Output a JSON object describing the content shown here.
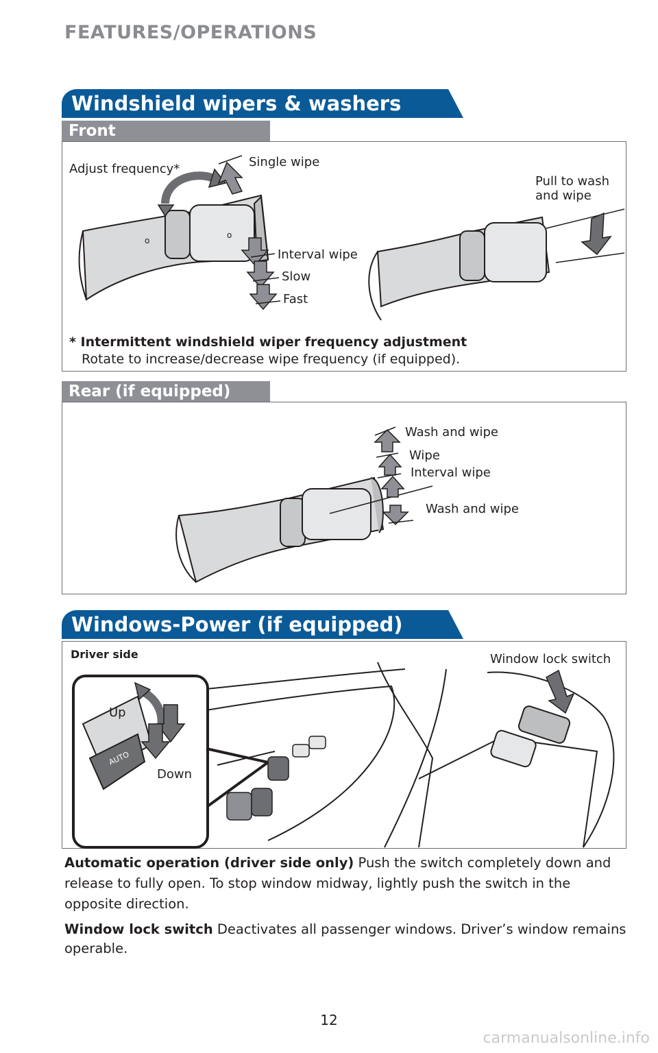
{
  "header": {
    "section": "FEATURES/OPERATIONS"
  },
  "wipers": {
    "title": "Windshield wipers & washers",
    "front": {
      "label": "Front",
      "callouts": {
        "adjust_frequency": "Adjust frequency*",
        "single_wipe": "Single wipe",
        "pull_to_wash_line1": "Pull to wash",
        "pull_to_wash_line2": "and wipe",
        "interval_wipe": "Interval wipe",
        "slow": "Slow",
        "fast": "Fast"
      },
      "note_title": "* Intermittent windshield wiper frequency adjustment",
      "note_text": "Rotate to increase/decrease wipe frequency (if equipped)."
    },
    "rear": {
      "label": "Rear (if equipped)",
      "callouts": {
        "wash_and_wipe_top": "Wash and wipe",
        "wipe": "Wipe",
        "interval_wipe": "Interval wipe",
        "wash_and_wipe_bottom": "Wash and wipe"
      }
    }
  },
  "windows": {
    "title": "Windows-Power (if equipped)",
    "callouts": {
      "driver_side": "Driver side",
      "window_lock_switch": "Window lock switch",
      "up": "Up",
      "down": "Down",
      "auto": "AUTO"
    },
    "auto_op": {
      "title": "Automatic operation (driver side only)",
      "text": "Push the switch completely down and release to fully open. To stop window midway, lightly push the switch in the opposite direction."
    },
    "lock_switch": {
      "title": "Window lock switch",
      "text": "Deactivates all passenger windows. Driver’s window remains operable."
    }
  },
  "footer": {
    "page_number": "12",
    "watermark": "carmanualsonline.info"
  }
}
